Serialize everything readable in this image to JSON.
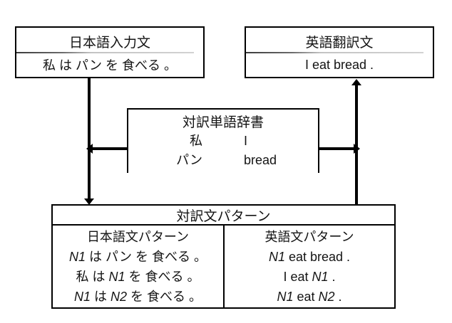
{
  "jp_input_box": {
    "title": "日本語入力文",
    "body": "私 は パン を 食べる 。"
  },
  "en_output_box": {
    "title": "英語翻訳文",
    "body": "I eat bread ."
  },
  "dictionary_box": {
    "title": "対訳単語辞書",
    "entries": [
      {
        "jp": "私",
        "en": "I"
      },
      {
        "jp": "パン",
        "en": "bread"
      }
    ]
  },
  "patterns_box": {
    "title": "対訳文パターン",
    "jp_column": {
      "header": "日本語文パターン",
      "line1": {
        "n1": "N1",
        "rest": " は パン を 食べる 。"
      },
      "line2": {
        "pre": "私 は ",
        "n1": "N1",
        "rest": " を 食べる 。"
      },
      "line3": {
        "n1": "N1",
        "mid": " は ",
        "n2": "N2",
        "rest": " を 食べる 。"
      }
    },
    "en_column": {
      "header": "英語文パターン",
      "line1": {
        "n1": "N1",
        "rest": " eat bread ."
      },
      "line2": {
        "pre": "I eat ",
        "n1": "N1",
        "rest": " ."
      },
      "line3": {
        "n1": "N1",
        "mid": " eat ",
        "n2": "N2",
        "rest": " ."
      }
    }
  },
  "colors": {
    "line": "#000000",
    "text": "#141414",
    "background": "#ffffff"
  }
}
